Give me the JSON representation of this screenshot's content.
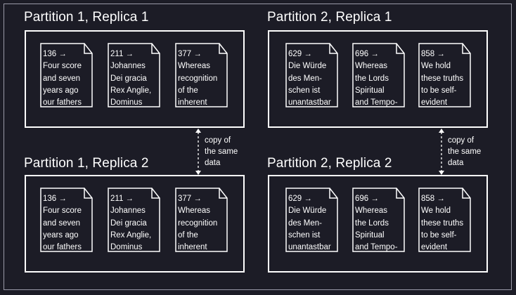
{
  "partitions": [
    {
      "title": "Partition 1, Replica 1",
      "docs": [
        "136 →\nFour score\nand seven\nyears ago\nour fathers",
        "211 →\nJohannes\nDei gracia\nRex Anglie,\nDominus",
        "377 →\nWhereas\nrecognition\nof the\ninherent"
      ]
    },
    {
      "title": "Partition 1, Replica 2",
      "docs": [
        "136 →\nFour score\nand seven\nyears ago\nour fathers",
        "211 →\nJohannes\nDei gracia\nRex Anglie,\nDominus",
        "377 →\nWhereas\nrecognition\nof the\ninherent"
      ]
    },
    {
      "title": "Partition 2, Replica 1",
      "docs": [
        "629 →\nDie Würde\ndes Men-\nschen ist\nunantastbar",
        "696 →\nWhereas\nthe Lords\nSpiritual\nand Tempo-",
        "858 →\nWe hold\nthese truths\nto be self-\nevident"
      ]
    },
    {
      "title": "Partition 2, Replica 2",
      "docs": [
        "629 →\nDie Würde\ndes Men-\nschen ist\nunantastbar",
        "696 →\nWhereas\nthe Lords\nSpiritual\nand Tempo-",
        "858 →\nWe hold\nthese truths\nto be self-\nevident"
      ]
    }
  ],
  "replication_notes": [
    "copy of\nthe same\ndata",
    "copy of\nthe same\ndata"
  ]
}
